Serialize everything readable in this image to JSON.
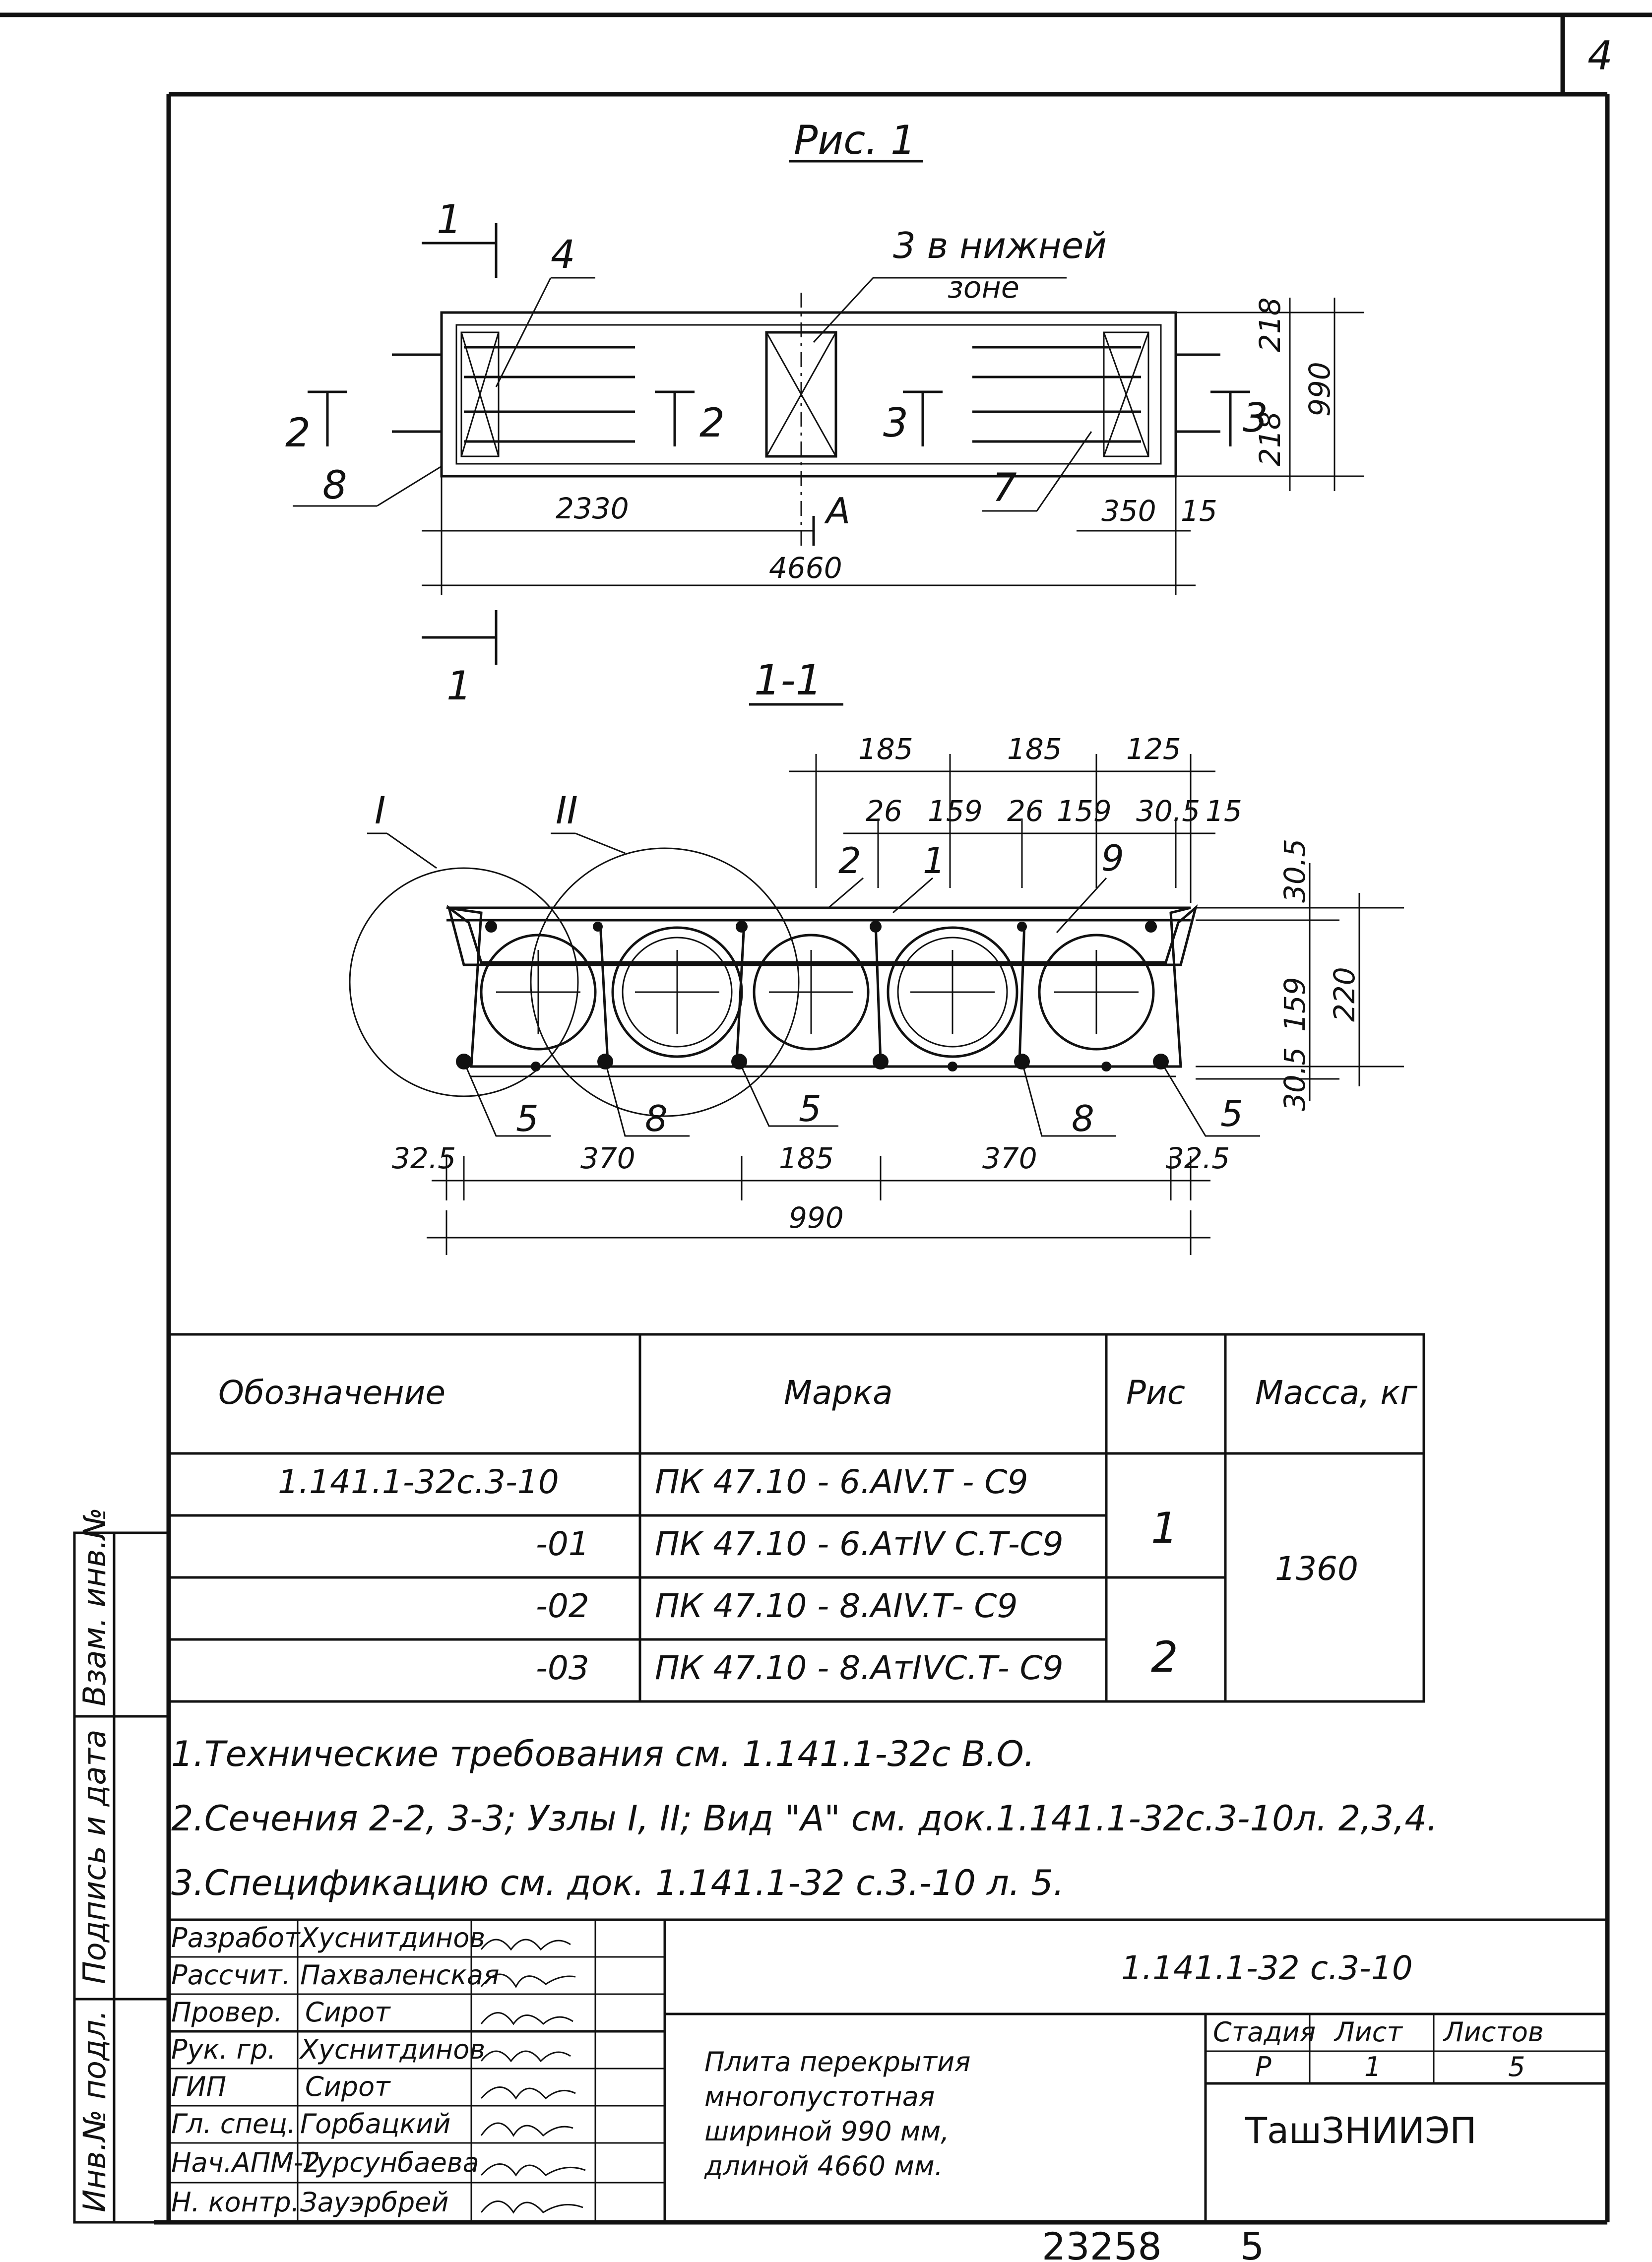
{
  "page_number": "4",
  "figure": {
    "title": "Рис. 1",
    "plan": {
      "label_hidden_zone_line1": "3 в нижней",
      "label_hidden_zone_line2": "зоне",
      "callout_4": "4",
      "callout_8": "8",
      "callout_7": "7",
      "section_1_top": "1",
      "section_1_bottom": "1",
      "section_2_left": "2",
      "section_2_right": "2",
      "section_3_left": "3",
      "section_3_right": "3",
      "view_a": "А",
      "dim_2330": "2330",
      "dim_4660": "4660",
      "dim_350": "350",
      "dim_15": "15",
      "dim_218_top": "218",
      "dim_218_bottom": "218",
      "dim_990": "990"
    },
    "section": {
      "title": "1-1",
      "node_I": "I",
      "node_II": "II",
      "callout_2": "2",
      "callout_1": "1",
      "callout_9": "9",
      "callout_5_left": "5",
      "callout_8_left": "8",
      "callout_5_mid": "5",
      "callout_8_right": "8",
      "callout_5_right": "5",
      "top_dims": [
        "185",
        "185",
        "125"
      ],
      "second_dims": [
        "26",
        "159",
        "26",
        "159",
        "30.5",
        "15"
      ],
      "right_dims": [
        "30.5",
        "159",
        "220",
        "30.5"
      ],
      "bottom_dims": [
        "32.5",
        "370",
        "185",
        "370",
        "32.5"
      ],
      "overall": "990"
    }
  },
  "spec_table": {
    "headers": [
      "Обозначение",
      "Марка",
      "Рис",
      "Масса, кг"
    ],
    "rows": [
      {
        "designation": "1.141.1-32с.3-10",
        "mark": "ПК 47.10 - 6.АIV.Т - С9"
      },
      {
        "designation": "-01",
        "mark": "ПК 47.10 - 6.АтIV С.Т-С9"
      },
      {
        "designation": "-02",
        "mark": "ПК 47.10 - 8.АIV.Т- С9"
      },
      {
        "designation": "-03",
        "mark": "ПК 47.10 - 8.АтIVС.Т- С9"
      }
    ],
    "fig_values": [
      "1",
      "2"
    ],
    "mass": "1360"
  },
  "notes": [
    "1.Технические требования см. 1.141.1-32с В.О.",
    "2.Сечения 2-2, 3-3; Узлы I, II; Вид \"А\" см. док.1.141.1-32с.3-10л. 2,3,4.",
    "3.Спецификацию см. док. 1.141.1-32 с.3.-10 л. 5."
  ],
  "side_labels": [
    "Взам. инв.№",
    "Подпись и дата",
    "Инв.№ подл."
  ],
  "title_block": {
    "staff": [
      {
        "role": "Разработ.",
        "name": "Хуснитдинов"
      },
      {
        "role": "Рассчит.",
        "name": "Пахваленская"
      },
      {
        "role": "Провер.",
        "name": "Сирот"
      },
      {
        "role": "Рук. гр.",
        "name": "Хуснитдинов"
      },
      {
        "role": "ГИП",
        "name": "Сирот"
      },
      {
        "role": "Гл. спец.",
        "name": "Горбацкий"
      },
      {
        "role": "Нач.АПМ-2",
        "name": "Турсунбаева"
      },
      {
        "role": "Н. контр.",
        "name": "Зауэрбрей"
      }
    ],
    "doc_code": "1.141.1-32 с.3-10",
    "description": [
      "Плита перекрытия",
      "многопустотная",
      "шириной 990 мм,",
      "длиной 4660 мм."
    ],
    "stage_header": "Стадия",
    "sheet_header": "Лист",
    "sheets_header": "Листов",
    "stage": "Р",
    "sheet": "1",
    "sheets": "5",
    "organization": "ТашЗНИИЭП"
  },
  "footer": {
    "inventory": "23258",
    "number": "5"
  }
}
